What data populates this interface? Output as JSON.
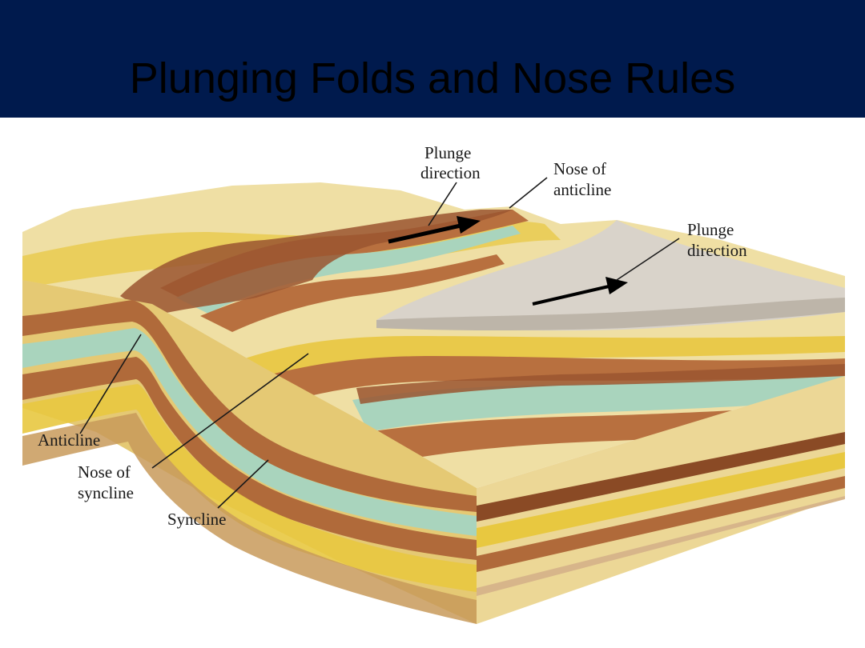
{
  "slide": {
    "title": "Plunging Folds and Nose Rules"
  },
  "diagram": {
    "labels": {
      "plunge_direction_left_1": "Plunge",
      "plunge_direction_left_2": "direction",
      "nose_anticline_1": "Nose of",
      "nose_anticline_2": "anticline",
      "plunge_direction_right_1": "Plunge",
      "plunge_direction_right_2": "direction",
      "anticline": "Anticline",
      "nose_syncline_1": "Nose of",
      "nose_syncline_2": "syncline",
      "syncline": "Syncline"
    },
    "colors": {
      "header": "#001a4d",
      "tan": "#e8d28a",
      "yellow": "#e8c840",
      "brown": "#b06a3a",
      "dark_brown": "#8a4a25",
      "green": "#a9d2b8",
      "gray": "#cfc9c0"
    }
  }
}
